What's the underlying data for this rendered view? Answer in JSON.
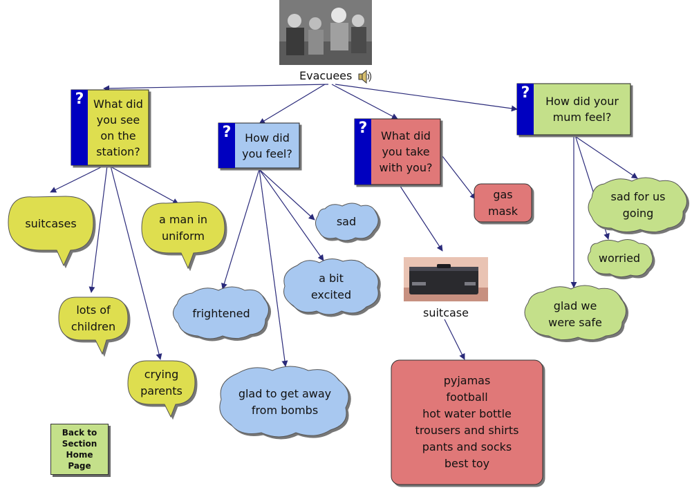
{
  "root": {
    "label": "Evacuees",
    "icon": "speaker-icon"
  },
  "questions": [
    {
      "id": "q1",
      "label": "What did\nyou see\non the\nstation?",
      "color": "#dede50"
    },
    {
      "id": "q2",
      "label": "How did\nyou feel?",
      "color": "#a8c8f0"
    },
    {
      "id": "q3",
      "label": "What did\nyou take\nwith you?",
      "color": "#e07878"
    },
    {
      "id": "q4",
      "label": "How did your\nmum feel?",
      "color": "#c4e08a"
    }
  ],
  "question_icon": "?",
  "answers": {
    "q1": [
      "suitcases",
      "a man in\nuniform",
      "lots of\nchildren",
      "crying\nparents"
    ],
    "q2": [
      "sad",
      "a bit\nexcited",
      "frightened",
      "glad to get away\nfrom bombs"
    ],
    "q3": [
      "gas\nmask"
    ],
    "q4": [
      "sad for us\ngoing",
      "worried",
      "glad we\nwere safe"
    ]
  },
  "suitcase": {
    "caption": "suitcase",
    "contents": [
      "pyjamas",
      "football",
      "hot water bottle",
      "trousers and shirts",
      "pants and socks",
      "best toy"
    ]
  },
  "back_button": {
    "label": "Back to\nSection\nHome\nPage"
  },
  "colors": {
    "q1": "#dede50",
    "q2": "#a8c8f0",
    "q3": "#e07878",
    "q4": "#c4e08a",
    "question_icon_bg": "#0000c0",
    "connector": "#2a2a7a"
  }
}
